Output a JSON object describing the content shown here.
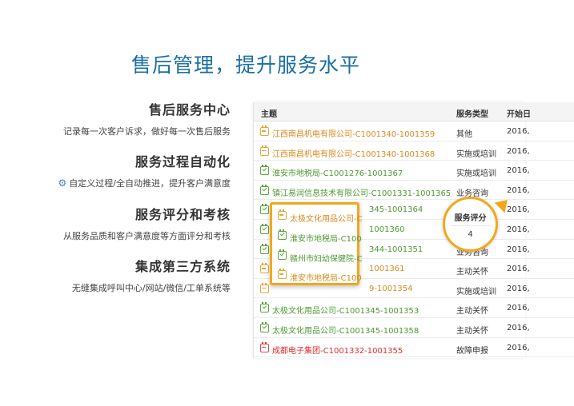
{
  "headline": "售后管理，提升服务水平",
  "features": [
    {
      "title": "售后服务中心",
      "desc": "记录每一次客户诉求，做好每一次售后服务",
      "icon": "none"
    },
    {
      "title": "服务过程自动化",
      "desc": "自定义过程/全自动推进，提升客户满意度",
      "icon": "gears-icon"
    },
    {
      "title": "服务评分和考核",
      "desc": "从服务品质和客户满意度等方面评分和考核",
      "icon": "none"
    },
    {
      "title": "集成第三方系统",
      "desc": "无缝集成呼叫中心/网站/微信/工单系统等",
      "icon": "none"
    }
  ],
  "table": {
    "headers": {
      "subject": "主题",
      "type": "服务类型",
      "start": "开始日"
    },
    "rows": [
      {
        "subject": "江西南昌机电有限公司-C1001340-1001359",
        "type": "其他",
        "start": "2016,",
        "status": "orange"
      },
      {
        "subject": "江西南昌机电有限公司-C1001340-1001368",
        "type": "实施或培训",
        "start": "2016,",
        "status": "orange"
      },
      {
        "subject": "淮安市地税局-C1001276-1001367",
        "type": "实施或培训",
        "start": "2016,",
        "status": "green"
      },
      {
        "subject": "镇江易润信息技术有限公司-C1001331-1001365",
        "type": "业务咨询",
        "start": "2016,",
        "status": "green"
      },
      {
        "subject": "345-1001364",
        "type": "",
        "start": "2016,",
        "status": "green"
      },
      {
        "subject": "1001360",
        "type": "",
        "start": "2016,",
        "status": "green"
      },
      {
        "subject": "344-1001351",
        "type": "业务咨询",
        "start": "2016,",
        "status": "green"
      },
      {
        "subject": "1001361",
        "type": "主动关怀",
        "start": "2016,",
        "status": "orange"
      },
      {
        "subject": "9-1001354",
        "type": "实施或培训",
        "start": "2016,",
        "status": "orange"
      },
      {
        "subject": "太极文化用品公司-C1001345-1001353",
        "type": "主动关怀",
        "start": "2016,",
        "status": "green"
      },
      {
        "subject": "太极文化用品公司-C1001345-1001358",
        "type": "主动关怀",
        "start": "2016,",
        "status": "green"
      },
      {
        "subject": "成都电子集团-C1001332-1001355",
        "type": "故障申报",
        "start": "2016,",
        "status": "red"
      }
    ]
  },
  "popup": {
    "items": [
      {
        "text": "太极文化用品公司-C",
        "status": "orange"
      },
      {
        "text": "淮安市地税局-C100",
        "status": "green"
      },
      {
        "text": "赣州市妇幼保健院-C",
        "status": "green"
      },
      {
        "text": "淮安市地税局-C100",
        "status": "orange"
      }
    ]
  },
  "score": {
    "label": "服务评分",
    "value": "4"
  },
  "colors": {
    "accent": "#f2a81d",
    "headline": "#1a6fa3",
    "orange": "#d88a1e",
    "green": "#4e9a31",
    "red": "#e02b2b"
  }
}
